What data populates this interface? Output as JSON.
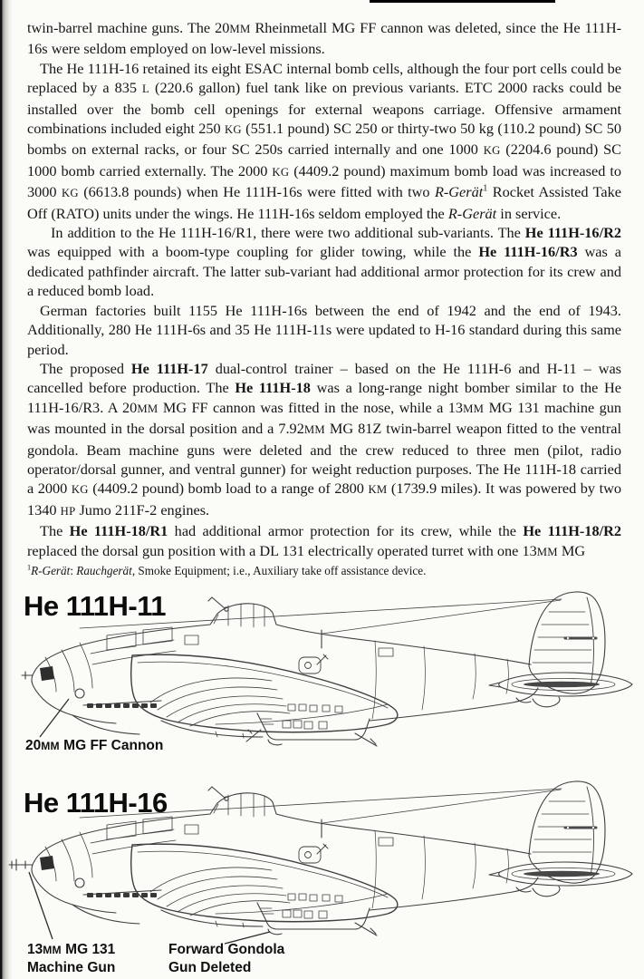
{
  "colors": {
    "page_bg": "#fbfbf8",
    "ink": "#161616",
    "drawing_line": "#3f3f3f",
    "scan_edge": "#141414"
  },
  "article": {
    "paragraphs": [
      {
        "runs": [
          {
            "t": "twin-barrel machine guns. The 20"
          },
          {
            "t": "MM",
            "sc": true
          },
          {
            "t": " Rheinmetall MG FF cannon was deleted, since the He 111H-16s were seldom employed on low-level missions."
          }
        ]
      },
      {
        "runs": [
          {
            "t": "The He 111H-16 retained its eight ESAC internal bomb cells, although the four port cells could be replaced by a 835 "
          },
          {
            "t": "L",
            "sc": true
          },
          {
            "t": " (220.6 gallon) fuel tank like on previous variants. ETC 2000 racks could be installed over the bomb cell openings for external weapons carriage. Offensive armament combinations included eight 250 "
          },
          {
            "t": "KG",
            "sc": true
          },
          {
            "t": " (551.1 pound) SC 250 or thirty-two 50 kg (110.2 pound) SC 50 bombs on external racks, or four SC 250s carried internally and one 1000 "
          },
          {
            "t": "KG",
            "sc": true
          },
          {
            "t": " (2204.6 pound) SC 1000 bomb carried externally. The 2000 "
          },
          {
            "t": "KG",
            "sc": true
          },
          {
            "t": " (4409.2 pound) maximum bomb load was increased to 3000 "
          },
          {
            "t": "KG",
            "sc": true
          },
          {
            "t": " (6613.8 pounds) when He 111H-16s were fitted with two "
          },
          {
            "t": "R-Gerät",
            "i": true
          },
          {
            "t": "1",
            "sup": true
          },
          {
            "t": " Rocket Assisted Take Off (RATO) units under the wings. He 111H-16s seldom employed the "
          },
          {
            "t": "R-Gerät",
            "i": true
          },
          {
            "t": " in service."
          }
        ]
      },
      {
        "deep": true,
        "runs": [
          {
            "t": "In addition to the He 111H-16/R1, there were two additional sub-variants. The "
          },
          {
            "t": "He 111H-16/R2",
            "b": true
          },
          {
            "t": " was equipped with a boom-type coupling for glider towing, while the "
          },
          {
            "t": "He 111H-16/R3",
            "b": true
          },
          {
            "t": " was a dedicated pathfinder aircraft. The latter sub-variant had additional armor protection for its crew and a reduced bomb load."
          }
        ]
      },
      {
        "runs": [
          {
            "t": "German factories built 1155 He 111H-16s between the end of 1942 and the end of 1943. Additionally, 280 He 111H-6s and 35 He 111H-11s were updated to H-16 standard during this same period."
          }
        ]
      },
      {
        "runs": [
          {
            "t": "The proposed "
          },
          {
            "t": "He 111H-17",
            "b": true
          },
          {
            "t": " dual-control trainer – based on the He 111H-6 and H-11 – was cancelled before production. The "
          },
          {
            "t": "He 111H-18",
            "b": true
          },
          {
            "t": " was a long-range night bomber similar to the He 111H-16/R3. A 20"
          },
          {
            "t": "MM",
            "sc": true
          },
          {
            "t": " MG FF cannon was fitted in the nose, while a 13"
          },
          {
            "t": "MM",
            "sc": true
          },
          {
            "t": " MG 131 machine gun was mounted in the dorsal position and a 7.92"
          },
          {
            "t": "MM",
            "sc": true
          },
          {
            "t": " MG 81Z twin-barrel weapon fitted to the ventral gondola. Beam machine guns were deleted and the crew reduced to three men (pilot, radio operator/dorsal gunner, and ventral gunner) for weight reduction purposes. The He 111H-18 carried a 2000 "
          },
          {
            "t": "KG",
            "sc": true
          },
          {
            "t": " (4409.2 pound) bomb load to a range of 2800 "
          },
          {
            "t": "KM",
            "sc": true
          },
          {
            "t": " (1739.9 miles). It was powered by two 1340 "
          },
          {
            "t": "HP",
            "sc": true
          },
          {
            "t": " Jumo 211F-2 engines."
          }
        ]
      },
      {
        "runs": [
          {
            "t": "The "
          },
          {
            "t": "He 111H-18/R1",
            "b": true
          },
          {
            "t": " had additional armor protection for its crew, while the "
          },
          {
            "t": "He 111H-18/R2",
            "b": true
          },
          {
            "t": " replaced the dorsal gun position with a DL 131 electrically operated turret with one 13"
          },
          {
            "t": "MM",
            "sc": true
          },
          {
            "t": " MG"
          }
        ]
      }
    ],
    "footnote_runs": [
      {
        "t": "1",
        "sup": true
      },
      {
        "t": "R-Gerät",
        "i": true
      },
      {
        "t": ": "
      },
      {
        "t": "Rauchgerät",
        "i": true
      },
      {
        "t": ", Smoke Equipment; i.e., Auxiliary take off assistance device."
      }
    ]
  },
  "figures": [
    {
      "title": "He 111H-11",
      "labels": [
        {
          "lines": [
            [
              {
                "t": "20"
              },
              {
                "t": "MM",
                "sc": true
              },
              {
                "t": " MG FF Cannon"
              }
            ]
          ]
        }
      ]
    },
    {
      "title": "He 111H-16",
      "labels": [
        {
          "lines": [
            [
              {
                "t": "13"
              },
              {
                "t": "MM",
                "sc": true
              },
              {
                "t": " MG 131"
              }
            ],
            [
              {
                "t": "Machine Gun"
              }
            ]
          ]
        },
        {
          "lines": [
            [
              {
                "t": "Forward Gondola"
              }
            ],
            [
              {
                "t": "Gun Deleted"
              }
            ]
          ]
        }
      ]
    }
  ]
}
